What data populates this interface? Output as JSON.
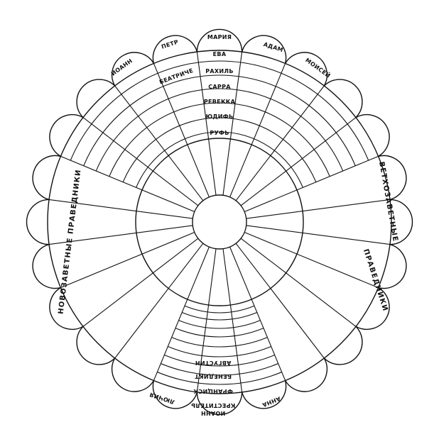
{
  "stroke_color": "#111111",
  "background_color": "#ffffff",
  "upper_column_labels": [
    "МАРИЯ",
    "ЕВА",
    "РАХИЛЬ",
    "САРРА",
    "РЕВЕККА",
    "ЮДИФЬ",
    "РУФЬ"
  ],
  "upper_petal_labels": {
    "ioann": "ИОАНН",
    "petr": "ПЕТР",
    "beatrice": "БЕАТРИЧЕ",
    "adam": "АДАМ",
    "moisey": "МОИСЕЙ"
  },
  "lower_column_labels": [
    "АВГУСТИН",
    "БЕНЕДИКТ",
    "ФРАНЦИСК",
    "КРЕСТИТЕЛЬ",
    "ИОАНН"
  ],
  "lower_petal_labels": {
    "lucia": "ЛЮЧИЯ",
    "anna": "АННА"
  },
  "side_labels": {
    "left": "НОВОЗАВЕТНЫЕ  ПРАВЕДНИКИ",
    "right_part1": "ВЕТХОЗАВЕТНЫЕ",
    "right_part2": "ПРАВЕДНИКИ"
  }
}
